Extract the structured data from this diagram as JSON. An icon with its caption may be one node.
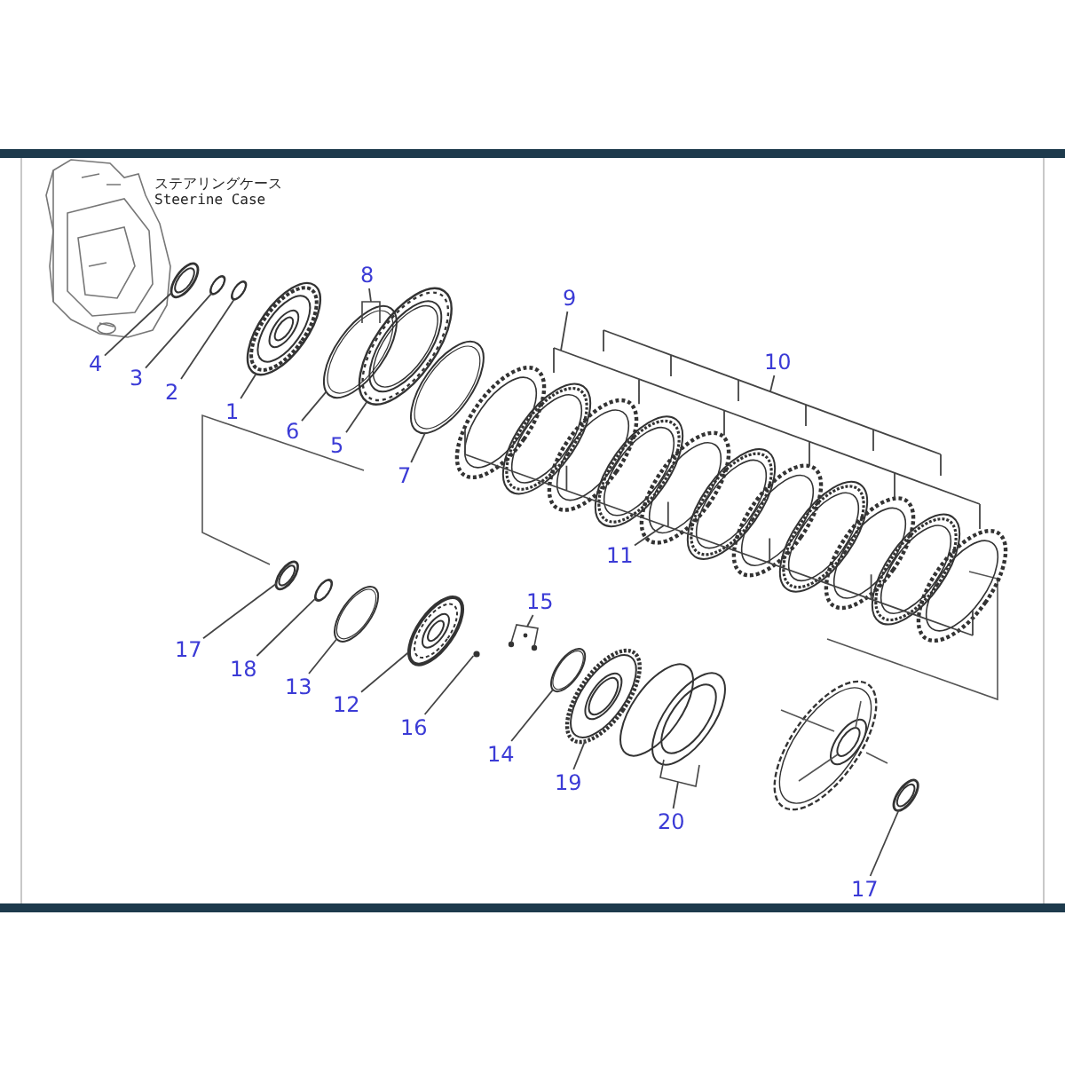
{
  "diagram": {
    "nodes": [
      {
        "text": [
          "4"
        ]
      },
      {
        "text": [
          "3"
        ]
      },
      {
        "text": [
          "2"
        ]
      },
      {
        "text": [
          "1"
        ]
      },
      {
        "text": [
          "6"
        ]
      },
      {
        "text": [
          "5"
        ]
      },
      {
        "text": [
          "8"
        ]
      },
      {
        "text": [
          "7"
        ]
      },
      {
        "text": [
          "9"
        ]
      },
      {
        "text": [
          "10"
        ]
      },
      {
        "text": [
          "11"
        ]
      },
      {
        "text": [
          "17"
        ]
      },
      {
        "text": [
          "18"
        ]
      },
      {
        "text": [
          "13"
        ]
      },
      {
        "text": [
          "12"
        ]
      },
      {
        "text": [
          "16"
        ]
      },
      {
        "text": [
          "15"
        ]
      },
      {
        "text": [
          "14"
        ]
      },
      {
        "text": [
          "19"
        ]
      },
      {
        "text": [
          "20"
        ]
      },
      {
        "text": [
          "17"
        ]
      },
      {
        "text": [],
        "shape": "picture"
      },
      {
        "text": [],
        "shape": "picture"
      },
      {
        "text": [],
        "shape": "picture"
      },
      {
        "text": [],
        "shape": "picture"
      },
      {
        "text": [],
        "shape": "picture"
      },
      {
        "text": [],
        "shape": "picture"
      },
      {
        "text": [],
        "shape": "picture"
      },
      {
        "text": [],
        "shape": "picture"
      },
      {
        "text": [],
        "shape": "picture"
      },
      {
        "text": [],
        "shape": "picture"
      },
      {
        "text": [],
        "shape": "picture"
      },
      {
        "text": [],
        "shape": "circle"
      },
      {
        "text": [],
        "shape": "picture"
      },
      {
        "text": [],
        "shape": "picture"
      },
      {
        "text": [],
        "shape": "picture"
      },
      {
        "text": [],
        "shape": "bracket"
      },
      {
        "text": [],
        "shape": "bracket"
      },
      {
        "text": [],
        "shape": "bracket"
      }
    ],
    "edges": [
      {
        "from": 0,
        "to": 21,
        "arrow": "none"
      },
      {
        "from": 1,
        "to": 22,
        "arrow": "none"
      },
      {
        "from": 2,
        "to": 23,
        "arrow": "none"
      },
      {
        "from": 3,
        "to": 24,
        "arrow": "none"
      },
      {
        "from": 4,
        "to": 25,
        "arrow": "none"
      },
      {
        "from": 5,
        "to": 26,
        "arrow": "none"
      },
      {
        "from": 6,
        "to": 36,
        "arrow": "none"
      },
      {
        "from": 7,
        "to": 27,
        "arrow": "none"
      },
      {
        "from": 8,
        "to": null,
        "arrow": "none"
      },
      {
        "from": 9,
        "to": null,
        "arrow": "none"
      },
      {
        "from": 10,
        "to": null,
        "arrow": "none"
      },
      {
        "from": 11,
        "to": 28,
        "arrow": "none"
      },
      {
        "from": 12,
        "to": 29,
        "arrow": "none"
      },
      {
        "from": 13,
        "to": 30,
        "arrow": "none"
      },
      {
        "from": 14,
        "to": 31,
        "arrow": "none"
      },
      {
        "from": 15,
        "to": 32,
        "arrow": "none"
      },
      {
        "from": 16,
        "to": 37,
        "arrow": "none"
      },
      {
        "from": 17,
        "to": 33,
        "arrow": "none"
      },
      {
        "from": 18,
        "to": 34,
        "arrow": "none"
      },
      {
        "from": 19,
        "to": 38,
        "arrow": "none"
      },
      {
        "from": 20,
        "to": 35,
        "arrow": "none"
      }
    ],
    "labels": [
      "ステアリングケース Steerine Case"
    ]
  }
}
